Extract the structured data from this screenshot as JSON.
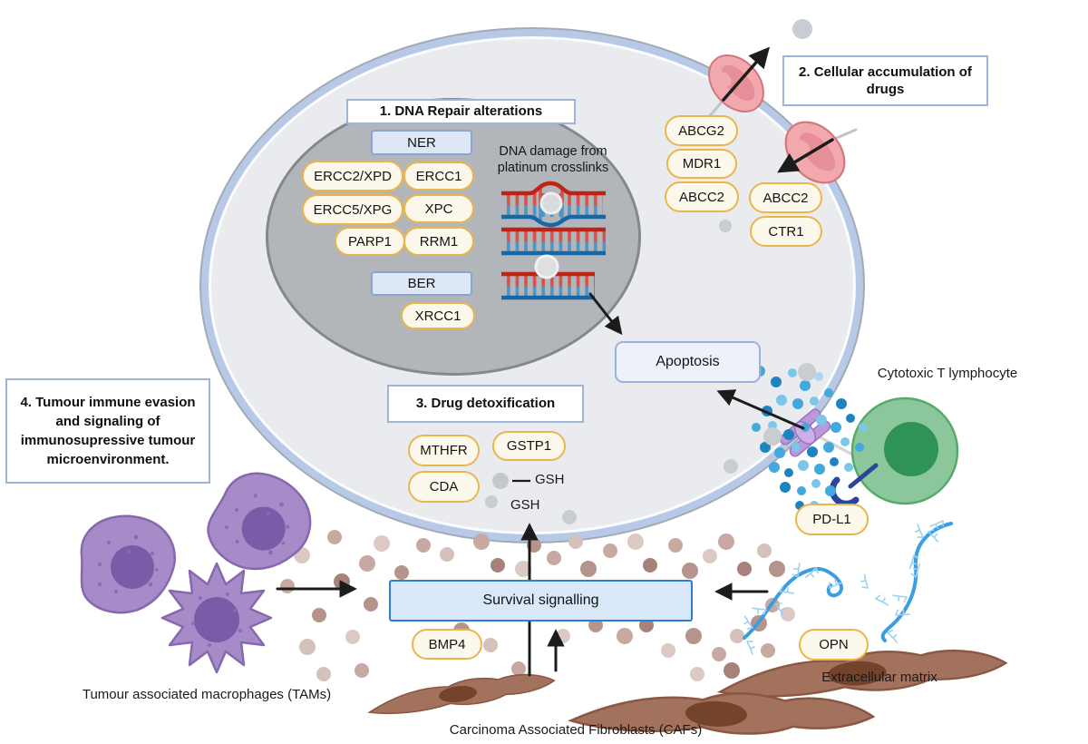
{
  "nucleus": {
    "title": "1. DNA Repair alterations",
    "ner": "NER",
    "genes": [
      "ERCC2/XPD",
      "ERCC1",
      "ERCC5/XPG",
      "XPC",
      "PARP1",
      "RRM1"
    ],
    "ber": "BER",
    "ber_gene": "XRCC1",
    "dna_caption": "DNA damage from platinum crosslinks"
  },
  "accumulation": {
    "title": "2. Cellular accumulation of drugs",
    "inner_pills": [
      "ABCG2",
      "MDR1",
      "ABCC2"
    ],
    "outer_pills": [
      "ABCC2",
      "CTR1"
    ]
  },
  "detox": {
    "title": "3. Drug detoxification",
    "pills": [
      "MTHFR",
      "GSTP1",
      "CDA"
    ],
    "gsh_conjugate": "GSH",
    "gsh_free": "GSH"
  },
  "immune": {
    "title": "4. Tumour immune evasion and signaling of immunosupressive tumour microenvironment."
  },
  "boxes": {
    "apoptosis": "Apoptosis",
    "survival": "Survival signalling"
  },
  "pills": {
    "pdl1": "PD-L1",
    "bmp4": "BMP4",
    "opn": "OPN"
  },
  "captions": {
    "t_cell": "Cytotoxic T lymphocyte",
    "tams": "Tumour associated macrophages (TAMs)",
    "cafs": "Carcinoma Associated Fibroblasts (CAFs)",
    "ecm": "Extracellular matrix"
  },
  "colors": {
    "pill_border": "#EBB54E",
    "pill_fill": "#FDF8EC",
    "box_border": "#9FB3D8",
    "sub_box_fill": "#DDE7F6",
    "survival_border": "#2D7DD2",
    "survival_fill": "#D8E8F8",
    "cell_fill": "#E9EBEE",
    "membrane": "#B7C9E6",
    "nucleus_fill": "#B2B6BA",
    "macrophage": "#A78BC8",
    "fibroblast": "#A3725C",
    "t_cell": "#8BC79A",
    "t_cell_nucleus": "#2E9355",
    "ecm_fiber": "#3A9EDF",
    "transporter": "#F2A9AD",
    "channel": "#BC98D9",
    "dna_red": "#BF2318",
    "dna_blue": "#1766A6",
    "drug_dot_gray": "#C9CDD1",
    "drug_dot_blue": "#42A9DC",
    "signal_dot_brown": "#C8A9A2"
  }
}
